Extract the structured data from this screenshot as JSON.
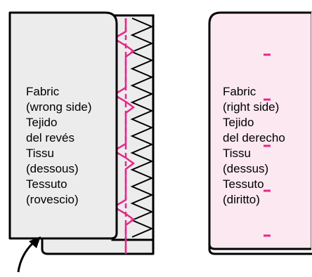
{
  "colors": {
    "outline": "#000000",
    "wrong_side_fill": "#ececec",
    "right_side_fill": "#fbe8f0",
    "stitch_accent": "#e6288a",
    "zigzag_stitch": "#000000"
  },
  "panels": {
    "wrong_side": {
      "lines": [
        "Fabric",
        "(wrong side)",
        "Tejido",
        "del revés",
        "Tissu",
        "(dessous)",
        "Tessuto",
        "(rovescio)"
      ]
    },
    "right_side": {
      "lines": [
        "Fabric",
        "(right side)",
        "Tejido",
        "del derecho",
        "Tissu",
        "(dessus)",
        "Tessuto",
        "(diritto)"
      ]
    }
  },
  "icons": {
    "pointer": "curved-arrow-icon"
  }
}
